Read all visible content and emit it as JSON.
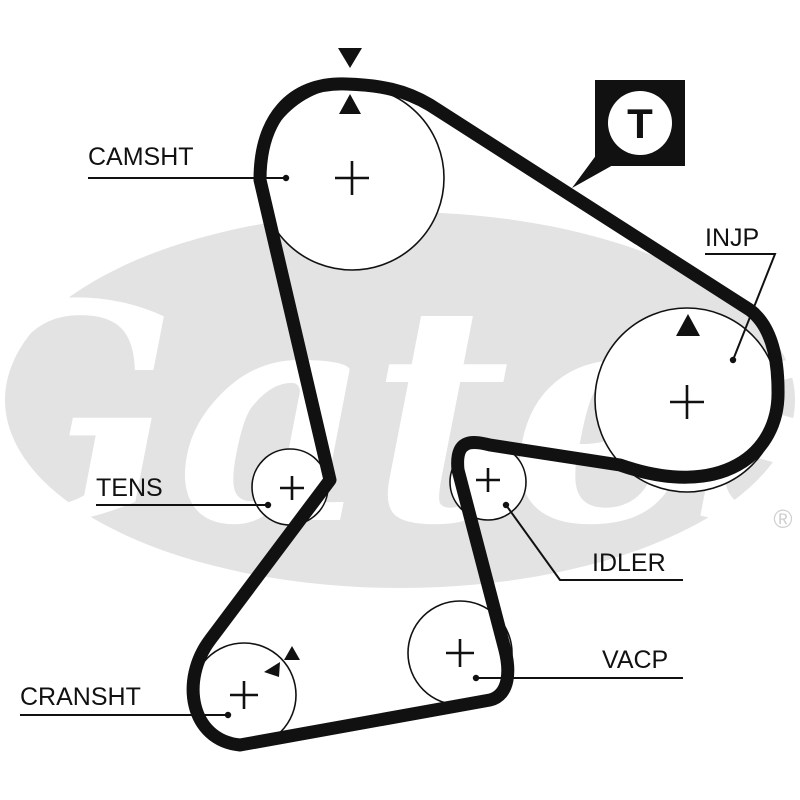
{
  "diagram": {
    "brand_watermark": "Gates",
    "registered_mark": "®",
    "badge_letter": "T",
    "labels": {
      "camshaft": "CAMSHT",
      "injection_pump": "INJP",
      "tensioner": "TENS",
      "idler": "IDLER",
      "vacuum_pump": "VACP",
      "crankshaft": "CRANSHT"
    },
    "colors": {
      "belt": "#111111",
      "watermark": "#e3e3e3",
      "background": "#ffffff"
    }
  }
}
